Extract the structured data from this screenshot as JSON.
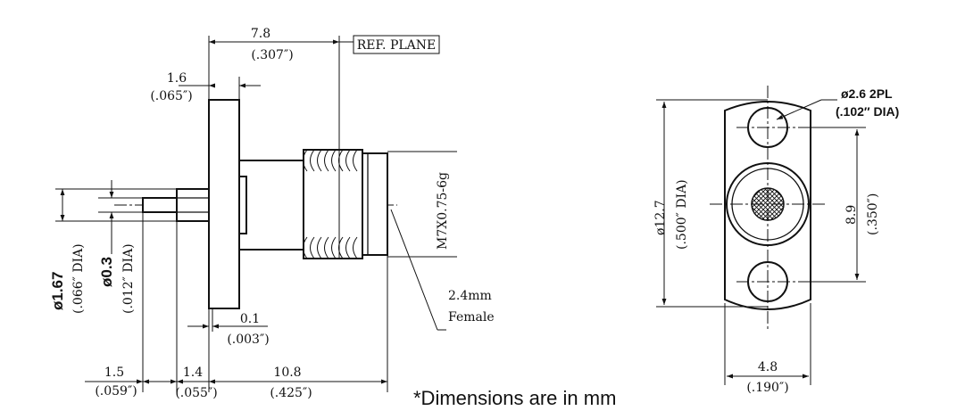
{
  "side_view": {
    "dim_length": {
      "mm": "7.8",
      "in": "(.307″)"
    },
    "ref_plane": "REF. PLANE",
    "dim_flange": {
      "mm": "1.6",
      "in": "(.065″)"
    },
    "dim_body_dia": {
      "mm": "ø1.67",
      "in": "(.066″ DIA)"
    },
    "dim_pin_dia": {
      "mm": "ø0.3",
      "in": "(.012″ DIA)"
    },
    "thread": "M7X0.75-6g",
    "connector_size": "2.4mm",
    "connector_gender": "Female",
    "dim_gap": {
      "mm": "0.1",
      "in": "(.003″)"
    },
    "dim_a": {
      "mm": "1.5",
      "in": "(.059″)"
    },
    "dim_b": {
      "mm": "1.4",
      "in": "(.055″)"
    },
    "dim_c": {
      "mm": "10.8",
      "in": "(.425″)"
    }
  },
  "front_view": {
    "hole_dia": {
      "mm": "ø2.6 2PL",
      "in": "(.102″ DIA)"
    },
    "flange_height": {
      "mm": "ø12.7",
      "in": "(.500″ DIA)"
    },
    "hole_spacing": {
      "mm": "8.9",
      "in": "(.350″)"
    },
    "flange_width": {
      "mm": "4.8",
      "in": "(.190″)"
    }
  },
  "note": "*Dimensions are in mm"
}
